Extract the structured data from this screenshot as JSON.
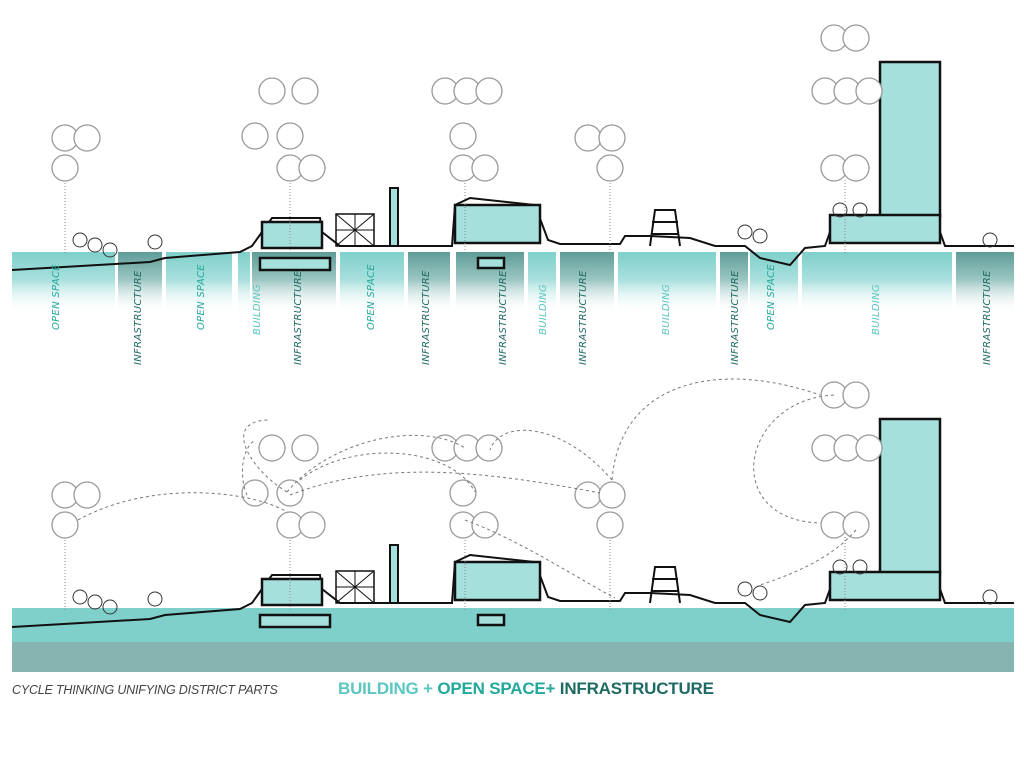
{
  "caption": "CYCLE THINKING UNIFYING DISTRICT PARTS",
  "title": {
    "building": "BUILDING +",
    "open_space": " OPEN SPACE+",
    "infrastructure": " INFRASTRUCTURE"
  },
  "colors": {
    "building": "#5cc6c1",
    "open_space": "#23a89c",
    "infrastructure": "#1f6a63",
    "band": "#7fcfcb",
    "band_dark": "#86b4b0"
  },
  "zone_labels": [
    {
      "text": "OPEN SPACE",
      "type": "open_space"
    },
    {
      "text": "INFRASTRUCTURE",
      "type": "infrastructure"
    },
    {
      "text": "OPEN SPACE",
      "type": "open_space"
    },
    {
      "text": "BUILDING",
      "type": "building"
    },
    {
      "text": "INFRASTRUCTURE",
      "type": "infrastructure"
    },
    {
      "text": "OPEN SPACE",
      "type": "open_space"
    },
    {
      "text": "INFRASTRUCTURE",
      "type": "infrastructure"
    },
    {
      "text": "INFRASTRUCTURE",
      "type": "infrastructure"
    },
    {
      "text": "BUILDING",
      "type": "building"
    },
    {
      "text": "INFRASTRUCTURE",
      "type": "infrastructure"
    },
    {
      "text": "BUILDING",
      "type": "building"
    },
    {
      "text": "INFRASTRUCTURE",
      "type": "infrastructure"
    },
    {
      "text": "OPEN SPACE",
      "type": "open_space"
    },
    {
      "text": "BUILDING",
      "type": "building"
    },
    {
      "text": "INFRASTRUCTURE",
      "type": "infrastructure"
    }
  ]
}
